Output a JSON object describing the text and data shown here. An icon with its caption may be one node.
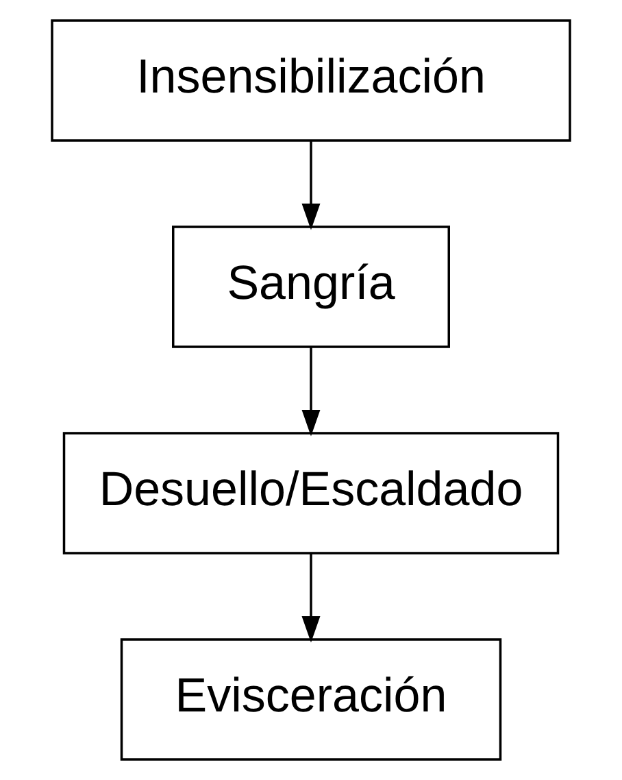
{
  "diagram": {
    "nodes": [
      {
        "text": [
          "Insensibilización"
        ]
      },
      {
        "text": [
          "Sangría"
        ]
      },
      {
        "text": [
          "Desuello/Escaldado"
        ]
      },
      {
        "text": [
          "Evisceración"
        ]
      }
    ],
    "edges": [
      {
        "from": 0,
        "to": 1,
        "arrow": "to"
      },
      {
        "from": 1,
        "to": 2,
        "arrow": "to"
      },
      {
        "from": 2,
        "to": 3,
        "arrow": "to"
      }
    ]
  }
}
